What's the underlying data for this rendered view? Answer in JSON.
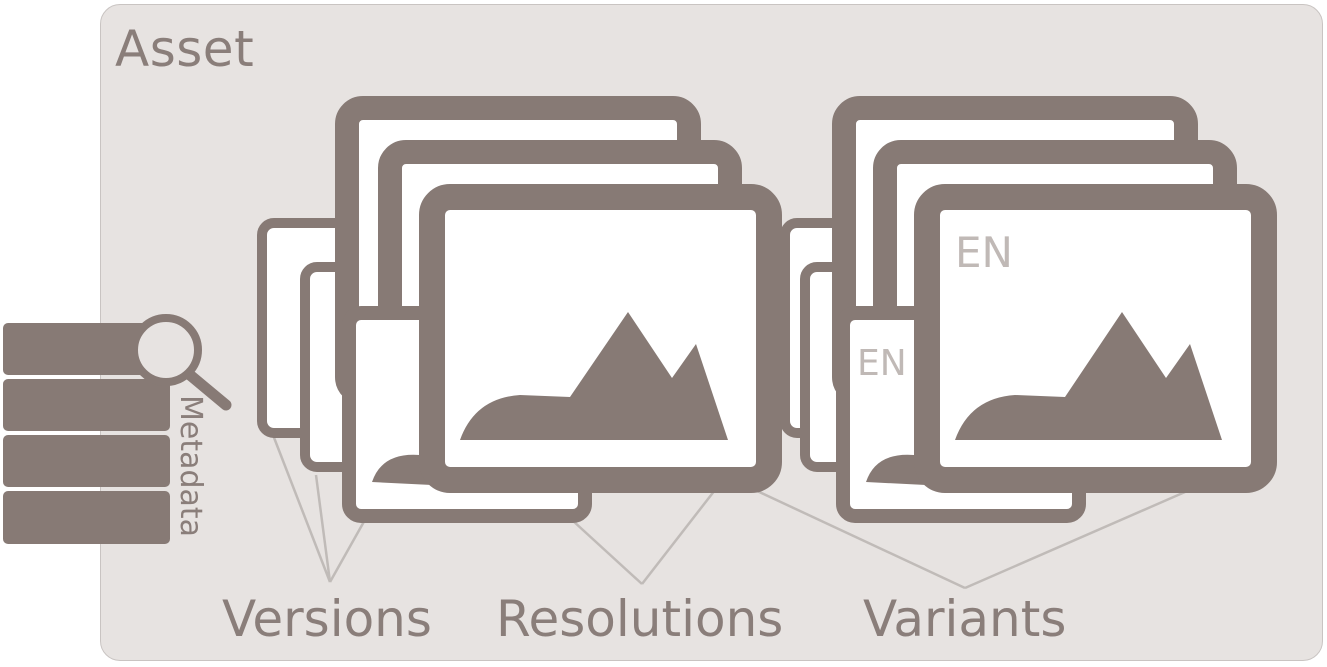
{
  "asset": {
    "title": "Asset"
  },
  "metadata": {
    "label": "Metadata",
    "icon": "magnifier-icon",
    "stack_icon": "database-stack-icon"
  },
  "groups": {
    "versions": {
      "label": "Versions"
    },
    "resolutions": {
      "label": "Resolutions"
    },
    "variants": {
      "label": "Variants"
    }
  },
  "variant_labels": {
    "large": "EN",
    "small": "EN"
  },
  "colors": {
    "frame": "#877a75",
    "panel": "#e7e3e1",
    "line": "#c0bbb8",
    "text": "#8a7e7a",
    "en_text": "#c0b9b6"
  }
}
